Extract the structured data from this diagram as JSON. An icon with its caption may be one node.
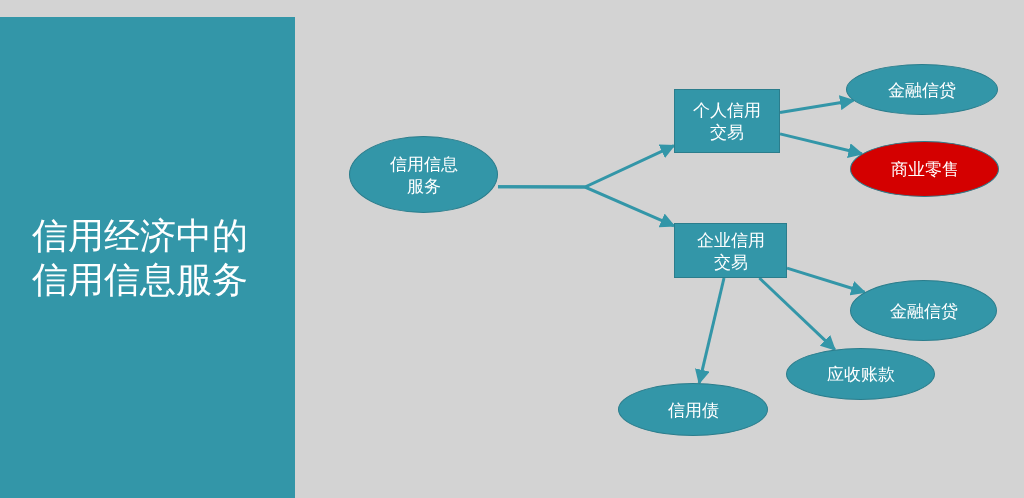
{
  "diagram": {
    "nodes": [
      {
        "text": [
          "信用经济中的信用信息服务"
        ]
      },
      {
        "text": [
          "信用信息服务"
        ]
      },
      {
        "text": [
          "个人信用交易"
        ]
      },
      {
        "text": [
          "金融信贷"
        ]
      },
      {
        "text": [
          "商业零售"
        ]
      },
      {
        "text": [
          "企业信用交易"
        ]
      },
      {
        "text": [
          "金融信贷"
        ]
      },
      {
        "text": [
          "应收账款"
        ]
      },
      {
        "text": [
          "信用债"
        ]
      }
    ],
    "edges": [
      {
        "from": 1,
        "to": 2,
        "arrow": "to"
      },
      {
        "from": 1,
        "to": 5,
        "arrow": "to"
      },
      {
        "from": 2,
        "to": 3,
        "arrow": "to"
      },
      {
        "from": 2,
        "to": 4,
        "arrow": "to"
      },
      {
        "from": 5,
        "to": 6,
        "arrow": "to"
      },
      {
        "from": 5,
        "to": 7,
        "arrow": "to"
      },
      {
        "from": 5,
        "to": 8,
        "arrow": "to"
      }
    ]
  }
}
